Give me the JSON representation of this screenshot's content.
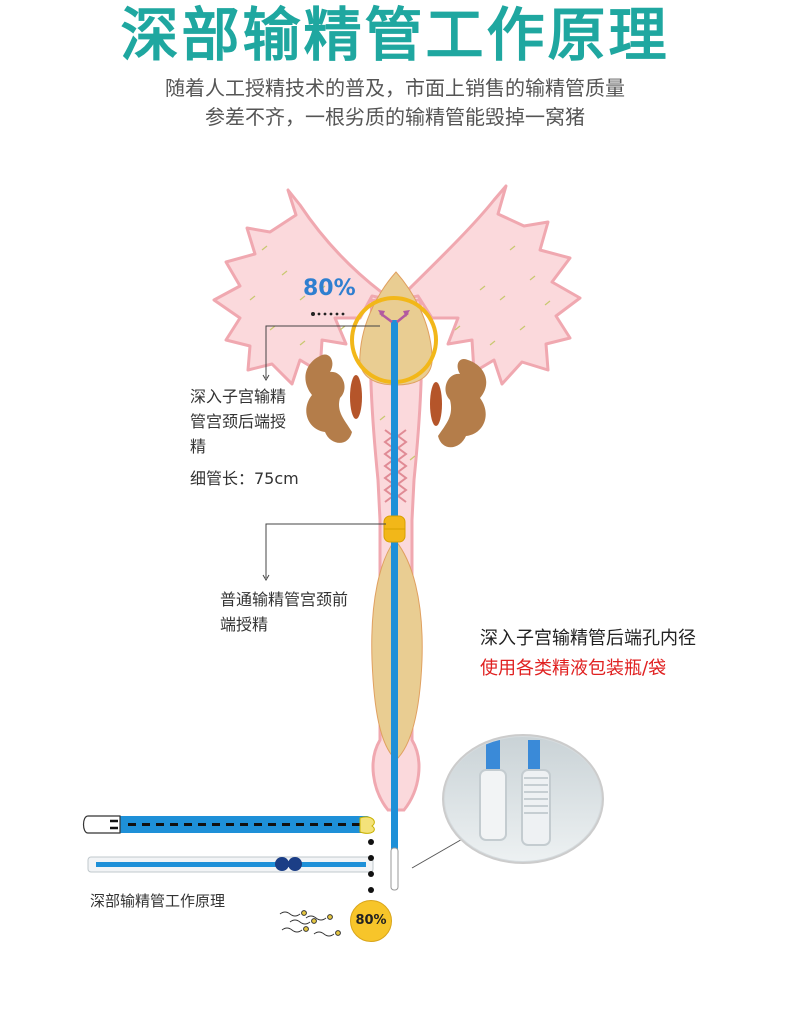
{
  "title": "深部输精管工作原理",
  "subtitle_lines": [
    "随着人工授精技术的普及，市面上销售的输精管质量",
    "参差不齐，一根劣质的输精管能毁掉一窝猪"
  ],
  "labels": {
    "percent_top": "80%",
    "deep_insertion": "深入子宫输精管宫颈后端授精",
    "tube_length": "细管长：75cm",
    "normal_insertion": "普通输精管宫颈前端授精",
    "bottom_caption": "深部输精管工作原理",
    "percent_badge": "80%"
  },
  "callout": {
    "line1": "深入子宫输精管后端孔内径",
    "line2": "使用各类精液包装瓶/袋"
  },
  "colors": {
    "title": "#1fa7a0",
    "uterus_outline": "#f0a8b0",
    "uterus_fill": "#fbd9dc",
    "ovary": "#b47d4a",
    "cervix_fill": "#e9cd92",
    "tube_blue": "#1e90d8",
    "ring_yellow": "#f2b719",
    "highlight_red": "#e02020",
    "badge_yellow": "#f7c52a"
  }
}
